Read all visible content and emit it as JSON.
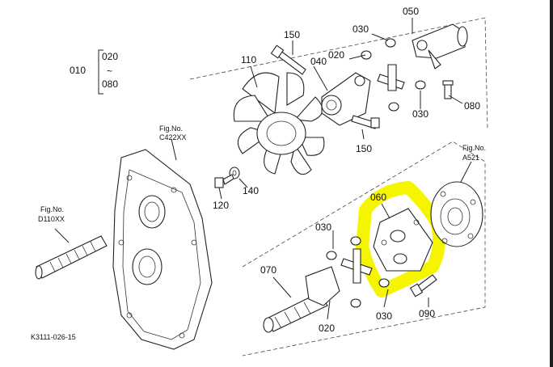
{
  "range_group": {
    "main": "010",
    "from": "020",
    "tilde": "~",
    "to": "080"
  },
  "fig_refs": [
    {
      "prefix": "Fig.No.",
      "code": "C422XX"
    },
    {
      "prefix": "Fig.No.",
      "code": "D110XX"
    },
    {
      "prefix": "Fig.No.",
      "code": "A521"
    }
  ],
  "callouts": [
    "150",
    "110",
    "040",
    "020",
    "030",
    "050",
    "030",
    "080",
    "150",
    "140",
    "120",
    "060",
    "030",
    "070",
    "030",
    "020",
    "090"
  ],
  "diagram_id": "K3111-026-15",
  "highlight": {
    "color": "#f5f500"
  }
}
